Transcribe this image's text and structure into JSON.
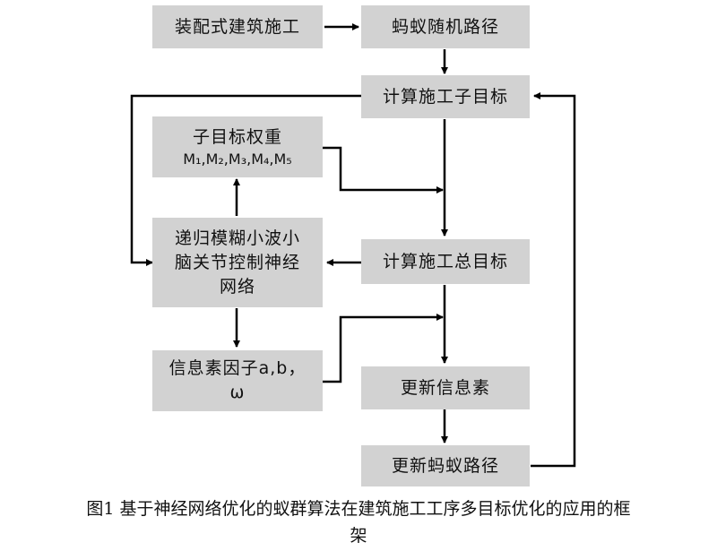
{
  "nodes": {
    "prefab": "装配式建筑施工",
    "ant_path": "蚂蚁随机路径",
    "sub_goal": "计算施工子目标",
    "weights_title": "子目标权重",
    "weights_vals": "M₁,M₂,M₃,M₄,M₅",
    "rfwcmac_1": "递归模糊小波小",
    "rfwcmac_2": "脑关节控制神经",
    "rfwcmac_3": "网络",
    "total_goal": "计算施工总目标",
    "factor_1": "信息素因子a,b，",
    "factor_2": "ω",
    "update_pher": "更新信息素",
    "update_path": "更新蚂蚁路径"
  },
  "caption": {
    "line1": "图1  基于神经网络优化的蚁群算法在建筑施工工序多目标优化的应用的框",
    "line2": "架"
  }
}
